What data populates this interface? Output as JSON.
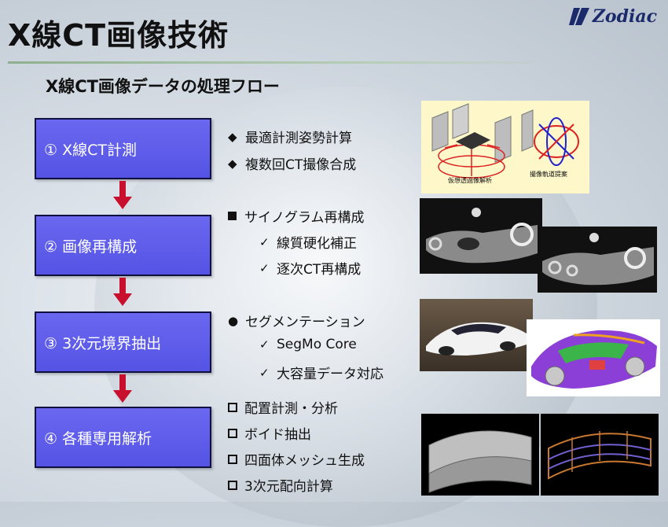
{
  "slide": {
    "title": "X線CT画像技術",
    "subtitle": "X線CT画像データの処理フロー"
  },
  "logo": {
    "text": "Zodiac",
    "color": "#1a2a6b"
  },
  "colors": {
    "step_fill": "#5a58e8",
    "arrow": "#c8102e"
  },
  "steps": [
    {
      "label": "① X線CT計測"
    },
    {
      "label": "② 画像再構成"
    },
    {
      "label": "③ 3次元境界抽出"
    },
    {
      "label": "④ 各種専用解析"
    }
  ],
  "bullets": {
    "step1": [
      "最適計測姿勢計算",
      "複数回CT撮像合成"
    ],
    "step2": {
      "main": "サイノグラム再構成",
      "subs": [
        "線質硬化補正",
        "逐次CT再構成"
      ]
    },
    "step3": {
      "main": "セグメンテーション",
      "subs": [
        "SegMo Core",
        "大容量データ対応"
      ]
    },
    "step4": [
      "配置計測・分析",
      "ボイド抽出",
      "四面体メッシュ生成",
      "3次元配向計算"
    ]
  },
  "figures": {
    "ct_diagram": {
      "caption_left": "仮想透過像解析",
      "caption_right": "撮像軌道提案"
    }
  }
}
